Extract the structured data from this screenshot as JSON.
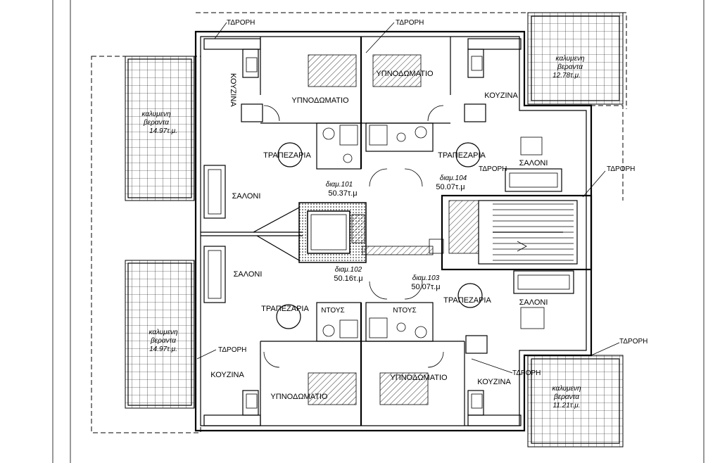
{
  "plan": {
    "rooms": [
      {
        "key": "kouzina_tl",
        "text": "ΚΟΥΖΙΝΑ"
      },
      {
        "key": "ypnod_1",
        "text": "ΥΠΝΟΔΩΜΑΤΙΟ"
      },
      {
        "key": "ypnod_2",
        "text": "ΥΠΝΟΔΩΜΑΤΙΟ"
      },
      {
        "key": "kouzina_tr",
        "text": "ΚΟΥΖΙΝΑ"
      },
      {
        "key": "trap_1",
        "text": "ΤΡΑΠΕΖΑΡΙΑ"
      },
      {
        "key": "trap_2",
        "text": "ΤΡΑΠΕΖΑΡΙΑ"
      },
      {
        "key": "saloni_1",
        "text": "ΣΑΛΟΝΙ"
      },
      {
        "key": "saloni_2",
        "text": "ΣΑΛΟΝΙ"
      },
      {
        "key": "saloni_3",
        "text": "ΣΑΛΟΝΙ"
      },
      {
        "key": "saloni_4",
        "text": "ΣΑΛΟΝΙ"
      },
      {
        "key": "trap_3",
        "text": "ΤΡΑΠΕΖΑΡΙΑ"
      },
      {
        "key": "trap_4",
        "text": "ΤΡΑΠΕΖΑΡΙΑ"
      },
      {
        "key": "ntous_1",
        "text": "ΝΤΟΥΣ"
      },
      {
        "key": "ntous_2",
        "text": "ΝΤΟΥΣ"
      },
      {
        "key": "kouzina_bl",
        "text": "ΚΟΥΖΙΝΑ"
      },
      {
        "key": "kouzina_br",
        "text": "ΚΟΥΖΙΝΑ"
      },
      {
        "key": "ypnod_3",
        "text": "ΥΠΝΟΔΩΜΑΤΙΟ"
      },
      {
        "key": "ypnod_4",
        "text": "ΥΠΝΟΔΩΜΑΤΙΟ"
      }
    ],
    "apartments": [
      {
        "name": "διαμ.101",
        "area": "50.37τ.μ"
      },
      {
        "name": "διαμ.104",
        "area": "50.07τ.μ"
      },
      {
        "name": "διαμ.102",
        "area": "50.16τ.μ"
      },
      {
        "name": "διαμ.103",
        "area": "50.07τ.μ"
      }
    ],
    "verandas": [
      {
        "l1": "καλυμενη",
        "l2": "βεραντα",
        "l3": "14.97τ.μ."
      },
      {
        "l1": "καλυμενη",
        "l2": "βεραντα",
        "l3": "12.78τ.μ."
      },
      {
        "l1": "καλυμενη",
        "l2": "βεραντα",
        "l3": "14.97τ.μ."
      },
      {
        "l1": "καλυμενη",
        "l2": "βεραντα",
        "l3": "11.21τ.μ."
      }
    ],
    "drains": [
      {
        "text": "ΤΔΡΟΡΗ"
      },
      {
        "text": "ΤΔΡΟΡΗ"
      },
      {
        "text": "ΤΔΡΟΡΗ"
      },
      {
        "text": "ΤΔΡΟΡΗ"
      },
      {
        "text": "ΤΔΡΟΡΗ"
      },
      {
        "text": "ΤΔΡΟΡΗ"
      },
      {
        "text": "ΤΔΡΟΡΗ"
      }
    ]
  }
}
